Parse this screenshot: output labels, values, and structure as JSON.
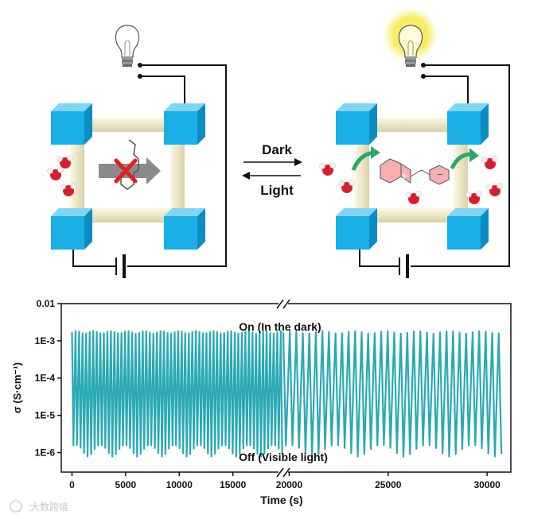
{
  "arrows": {
    "forward_label": "Dark",
    "reverse_label": "Light"
  },
  "chart_data": {
    "type": "line",
    "title": "",
    "xlabel": "Time (s)",
    "ylabel": "σ (S·cm⁻¹)",
    "x_axis": {
      "broken": true,
      "segment1_range": [
        -1000,
        19700
      ],
      "segment2_range": [
        19700,
        31200
      ],
      "ticks": [
        0,
        5000,
        10000,
        15000,
        20000,
        25000,
        30000
      ],
      "tick_labels": [
        "0",
        "5000",
        "10000",
        "15000",
        "20000",
        "25000",
        "30000"
      ]
    },
    "y_axis": {
      "scale": "log",
      "ylim": [
        3e-07,
        0.01
      ],
      "ticks": [
        0.01,
        0.001,
        0.0001,
        1e-05,
        1e-06
      ],
      "tick_labels": [
        "0.01",
        "1E-3",
        "1E-4",
        "1E-5",
        "1E-6"
      ]
    },
    "annotations": [
      "On (In the dark)",
      "Off (Visible light)"
    ],
    "series": [
      {
        "color": "#2aa9b4",
        "pattern": "periodic switching",
        "period_s": 330,
        "high_value": 0.0017,
        "low_value": 1.2e-06,
        "segments": [
          [
            0,
            19600
          ],
          [
            19700,
            30850
          ]
        ]
      }
    ]
  },
  "watermark": "大数跨境",
  "colors": {
    "cube": "#1ab0e6",
    "pillar": "#efe9c4",
    "line": "#2aa9b4"
  }
}
